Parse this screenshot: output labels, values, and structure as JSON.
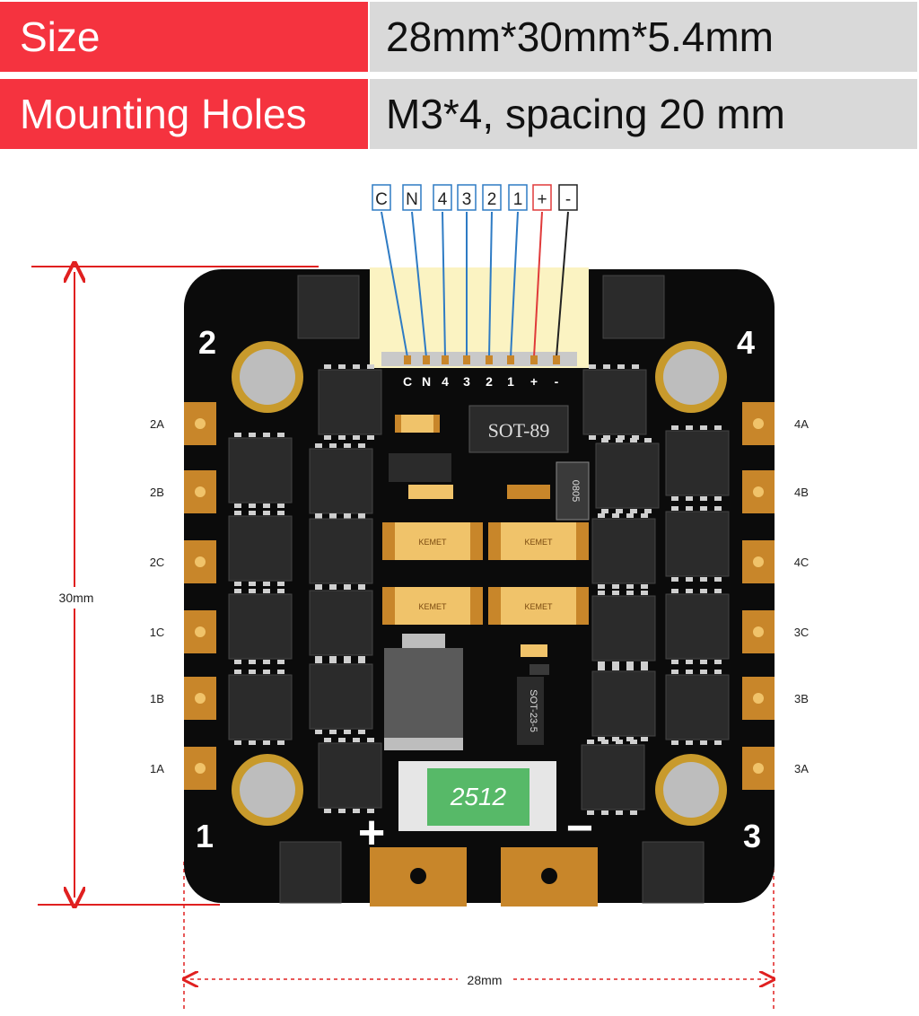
{
  "specs": [
    {
      "label": "Size",
      "value": "28mm*30mm*5.4mm"
    },
    {
      "label": "Mounting Holes",
      "value": "M3*4, spacing 20 mm"
    }
  ],
  "wire_labels": [
    "C",
    "N",
    "4",
    "3",
    "2",
    "1",
    "+",
    "-"
  ],
  "connector_pin_labels": [
    "C",
    "N",
    "4",
    "3",
    "2",
    "1",
    "+",
    "-"
  ],
  "corner_labels": {
    "top_left": "2",
    "top_right": "4",
    "bottom_left": "1",
    "bottom_right": "3"
  },
  "motor_pads_left": [
    "2A",
    "2B",
    "2C",
    "1C",
    "1B",
    "1A"
  ],
  "motor_pads_right": [
    "4A",
    "4B",
    "4C",
    "3C",
    "3B",
    "3A"
  ],
  "components": {
    "regulator": "SOT-89",
    "small_ic": "SOT-23-5",
    "shunt": "2512",
    "resistor": "0805",
    "capacitor_brand": "KEMET"
  },
  "power_labels": {
    "positive": "+",
    "negative": "−"
  },
  "dimensions": {
    "height": "30mm",
    "width": "28mm"
  },
  "colors": {
    "accent_red": "#f5333f",
    "value_gray": "#d9d9d9",
    "pcb_black": "#0b0b0b",
    "copper": "#c8862a",
    "wire_blue": "#2e7bc4",
    "wire_red": "#e03a3a",
    "dim_red": "#e02020"
  }
}
